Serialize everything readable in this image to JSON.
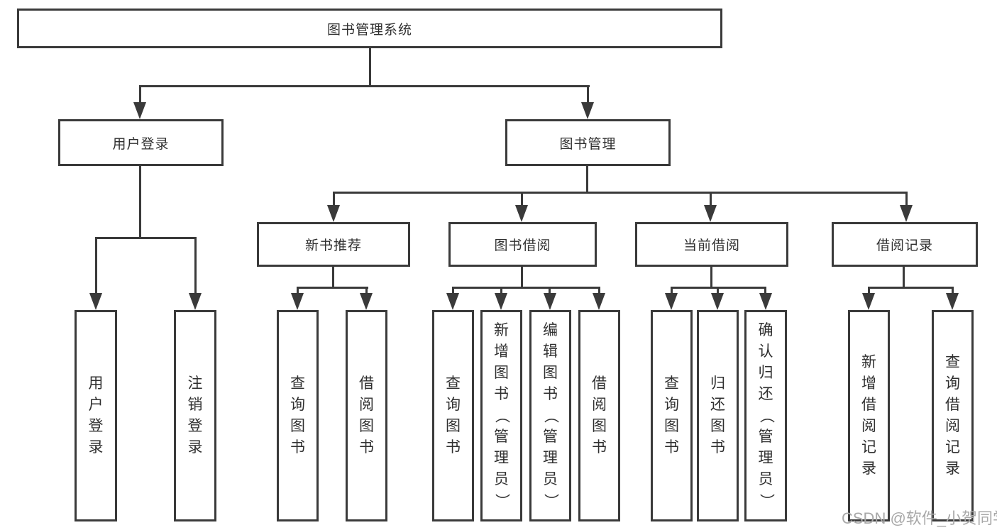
{
  "root": {
    "label": "图书管理系统",
    "children": [
      {
        "label": "用户登录",
        "children": [
          {
            "label": "用户登录"
          },
          {
            "label": "注销登录"
          }
        ]
      },
      {
        "label": "图书管理",
        "children": [
          {
            "label": "新书推荐",
            "children": [
              {
                "label": "查询图书"
              },
              {
                "label": "借阅图书"
              }
            ]
          },
          {
            "label": "图书借阅",
            "children": [
              {
                "label": "查询图书"
              },
              {
                "label": "新增图书（管理员）"
              },
              {
                "label": "编辑图书（管理员）"
              },
              {
                "label": "借阅图书"
              }
            ]
          },
          {
            "label": "当前借阅",
            "children": [
              {
                "label": "查询图书"
              },
              {
                "label": "归还图书"
              },
              {
                "label": "确认归还（管理员）"
              }
            ]
          },
          {
            "label": "借阅记录",
            "children": [
              {
                "label": "新增借阅记录"
              },
              {
                "label": "查询借阅记录"
              }
            ]
          }
        ]
      }
    ]
  },
  "watermark": {
    "text": "CSDN @软件_小贺同学"
  },
  "colors": {
    "line": "#3a3a3a",
    "text": "#2f2f2f",
    "watermark": "#a8a8a8",
    "background": "#ffffff"
  }
}
